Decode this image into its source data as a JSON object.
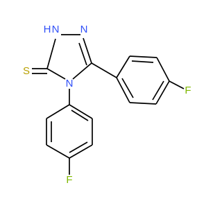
{
  "molecule": {
    "atoms": {
      "nh": "N",
      "nh_h": "H",
      "n_upper": "N",
      "n4": "N",
      "sulfur": "S",
      "f_right": "F",
      "f_bottom": "F"
    },
    "colors": {
      "bond": "#000000",
      "nitrogen": "#3050F8",
      "sulfur": "#B8A000",
      "fluorine": "#7FB800"
    }
  }
}
